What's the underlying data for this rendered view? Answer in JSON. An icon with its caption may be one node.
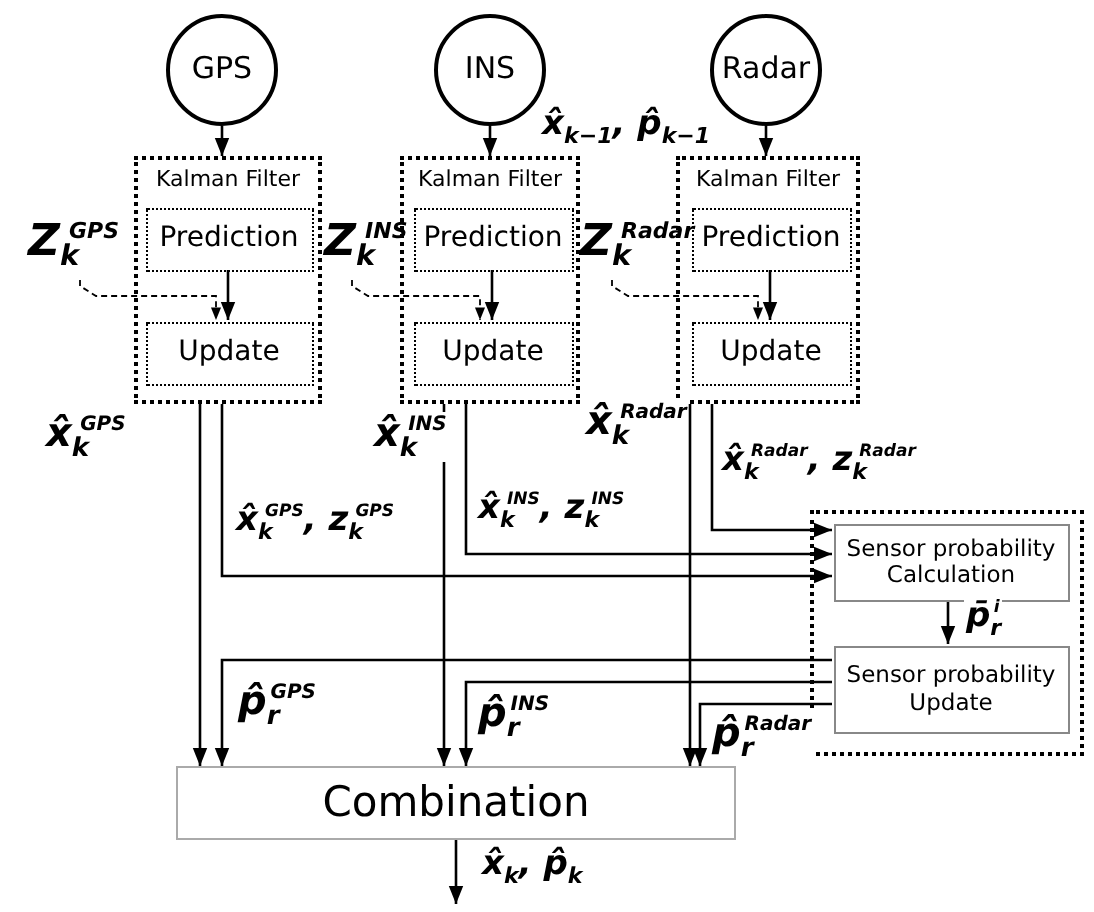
{
  "diagram": {
    "nodes": [
      {
        "text": [
          "GPS"
        ]
      },
      {
        "text": [
          "INS"
        ]
      },
      {
        "text": [
          "Radar"
        ]
      },
      {
        "text": [
          "Kalman Filter"
        ]
      },
      {
        "text": [
          "Prediction"
        ],
        "in": 3
      },
      {
        "text": [
          "Update"
        ],
        "in": 3
      },
      {
        "text": [
          "Kalman Filter"
        ]
      },
      {
        "text": [
          "Prediction"
        ],
        "in": 6
      },
      {
        "text": [
          "Update"
        ],
        "in": 6
      },
      {
        "text": [
          "Kalman Filter"
        ]
      },
      {
        "text": [
          "Prediction"
        ],
        "in": 9
      },
      {
        "text": [
          "Update"
        ],
        "in": 9
      },
      {
        "text": [],
        "shape": "box"
      },
      {
        "text": [
          "Sensor probability Calculation"
        ],
        "in": 12
      },
      {
        "text": [
          "Sensor probability Update"
        ],
        "in": 12
      },
      {
        "text": [
          "Combination"
        ]
      },
      {
        "text": [
          "Z$_{k}$$^{GPS}$"
        ]
      },
      {
        "text": [
          "Z$_{k}$$^{INS}$"
        ]
      },
      {
        "text": [
          "Z$_{k}$$^{Radar}$"
        ]
      }
    ],
    "edges": [
      {
        "from": 0,
        "to": 3,
        "arrow": "to"
      },
      {
        "from": 1,
        "to": 6,
        "arrow": "to"
      },
      {
        "from": 2,
        "to": 9,
        "arrow": "to"
      },
      {
        "from": 4,
        "to": 5,
        "arrow": "to"
      },
      {
        "from": 7,
        "to": 8,
        "arrow": "to"
      },
      {
        "from": 10,
        "to": 11,
        "arrow": "to"
      },
      {
        "from": 16,
        "to": 5,
        "arrow": "to",
        "style": "dashed"
      },
      {
        "from": 17,
        "to": 8,
        "arrow": "to",
        "style": "dashed"
      },
      {
        "from": 18,
        "to": 11,
        "arrow": "to",
        "style": "dashed"
      },
      {
        "from": 3,
        "to": 15,
        "arrow": "to",
        "label": "x̂$_{k}$$^{GPS}$"
      },
      {
        "from": 6,
        "to": 15,
        "arrow": "to",
        "label": "x̂$_{k}$$^{INS}$"
      },
      {
        "from": 9,
        "to": 15,
        "arrow": "to",
        "label": "x̂$_{k}$$^{Radar}$"
      },
      {
        "from": 3,
        "to": 13,
        "arrow": "to",
        "label": "x̂$_{k}$$^{GPS}$, z$_{k}$$^{GPS}$"
      },
      {
        "from": 6,
        "to": 13,
        "arrow": "to",
        "label": "x̂$_{k}$$^{INS}$, z$_{k}$$^{INS}$"
      },
      {
        "from": 9,
        "to": 13,
        "arrow": "to",
        "label": "x̂$_{k}$$^{Radar}$, z$_{k}$$^{Radar}$"
      },
      {
        "from": 13,
        "to": 14,
        "arrow": "to",
        "label": "p̄$_{r}$$^{i}$"
      },
      {
        "from": 14,
        "to": 15,
        "arrow": "to",
        "label": "p̂$_{r}$$^{GPS}$"
      },
      {
        "from": 14,
        "to": 15,
        "arrow": "to",
        "label": "p̂$_{r}$$^{INS}$"
      },
      {
        "from": 14,
        "to": 15,
        "arrow": "to",
        "label": "p̂$_{r}$$^{Radar}$"
      },
      {
        "from": 15,
        "to": null,
        "arrow": "to",
        "label": "x̂$_{k}$, p̂$_{k}$"
      }
    ],
    "labels": [
      "x̂$_{k−1}$, p̂$_{k−1}$"
    ]
  }
}
